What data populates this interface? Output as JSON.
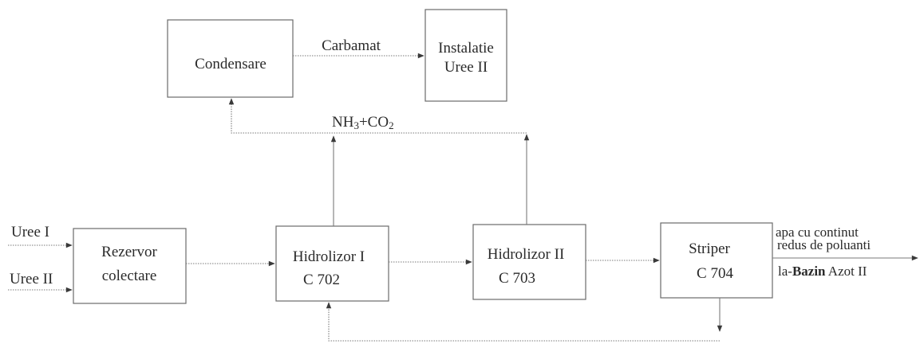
{
  "nodes": {
    "condensare": {
      "lines": [
        "Condensare"
      ]
    },
    "instalatie_uree_ii": {
      "lines": [
        "Instalatie",
        "Uree II"
      ]
    },
    "rezervor_colectare": {
      "lines": [
        "Rezervor",
        "colectare"
      ]
    },
    "hidrolizor_i": {
      "lines": [
        "Hidrolizor I",
        "C 702"
      ]
    },
    "hidrolizor_ii": {
      "lines": [
        "Hidrolizor II",
        "C 703"
      ]
    },
    "striper": {
      "lines": [
        "Striper",
        "C 704"
      ]
    }
  },
  "labels": {
    "carbamat": "Carbamat",
    "nh3_co2": {
      "p1": "NH",
      "sub1": "3",
      "p2": "+CO",
      "sub2": "2"
    },
    "uree_i": "Uree I",
    "uree_ii": "Uree II",
    "output_line1": "apa cu continut",
    "output_line2": "redus de poluanti",
    "output_line3": {
      "prefix": "la-",
      "bold": "Bazin",
      "suffix": " Azot II"
    }
  }
}
